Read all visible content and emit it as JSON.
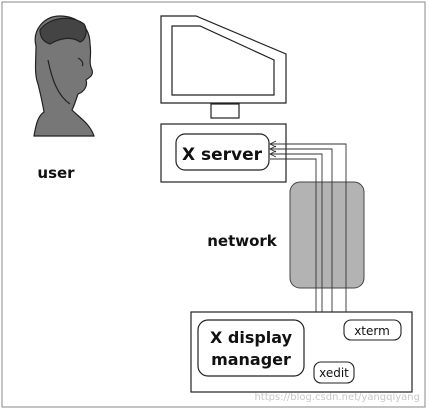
{
  "labels": {
    "user": "user",
    "network": "network",
    "x_server": "X server",
    "x_display_manager_line1": "X display",
    "x_display_manager_line2": "manager",
    "xterm": "xterm",
    "xedit": "xedit"
  },
  "watermark": "https://blog.csdn.net/yangqiyang",
  "colors": {
    "stroke": "#222222",
    "network_fill": "#b3b3b3",
    "background": "#ffffff"
  }
}
